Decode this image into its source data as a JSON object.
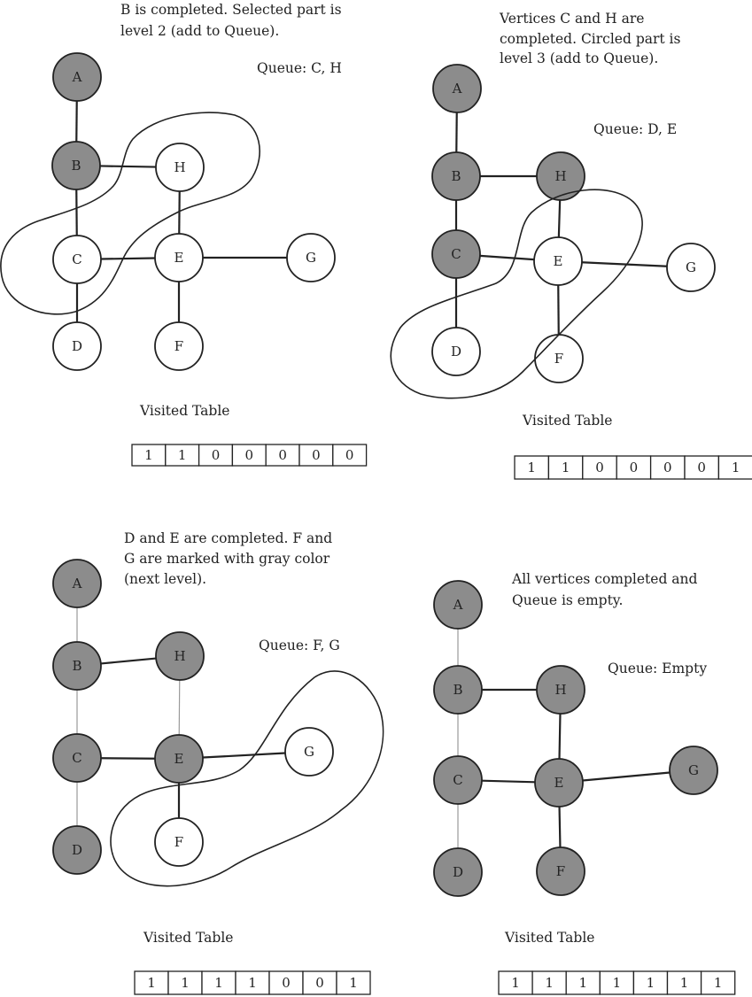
{
  "colors": {
    "visited": "#8c8c8c",
    "unvisited": "#ffffff",
    "stroke": "#222222"
  },
  "panels": [
    {
      "caption": [
        "B is completed. Selected part is",
        "level 2 (add to Queue)."
      ],
      "queue": "Queue: C, H",
      "table_label": "Visited Table",
      "table_values": [
        "1",
        "1",
        "0",
        "0",
        "0",
        "0",
        "0"
      ],
      "nodes": [
        {
          "label": "A",
          "visited": true
        },
        {
          "label": "B",
          "visited": true
        },
        {
          "label": "H",
          "visited": false
        },
        {
          "label": "C",
          "visited": false
        },
        {
          "label": "E",
          "visited": false
        },
        {
          "label": "G",
          "visited": false
        },
        {
          "label": "D",
          "visited": false
        },
        {
          "label": "F",
          "visited": false
        }
      ]
    },
    {
      "caption": [
        "Vertices C and H are",
        "completed. Circled part is",
        "level 3 (add to Queue)."
      ],
      "queue": "Queue: D, E",
      "table_label": "Visited Table",
      "table_values": [
        "1",
        "1",
        "0",
        "0",
        "0",
        "0",
        "1"
      ],
      "nodes": [
        {
          "label": "A",
          "visited": true
        },
        {
          "label": "B",
          "visited": true
        },
        {
          "label": "H",
          "visited": true
        },
        {
          "label": "C",
          "visited": true
        },
        {
          "label": "E",
          "visited": false
        },
        {
          "label": "G",
          "visited": false
        },
        {
          "label": "D",
          "visited": false
        },
        {
          "label": "F",
          "visited": false
        }
      ]
    },
    {
      "caption": [
        "D and E are completed. F and",
        "G are marked with gray color",
        "(next level)."
      ],
      "queue": "Queue: F, G",
      "table_label": "Visited Table",
      "table_values": [
        "1",
        "1",
        "1",
        "1",
        "0",
        "0",
        "1"
      ],
      "nodes": [
        {
          "label": "A",
          "visited": true
        },
        {
          "label": "B",
          "visited": true
        },
        {
          "label": "H",
          "visited": true
        },
        {
          "label": "C",
          "visited": true
        },
        {
          "label": "E",
          "visited": true
        },
        {
          "label": "G",
          "visited": false
        },
        {
          "label": "D",
          "visited": true
        },
        {
          "label": "F",
          "visited": false
        }
      ]
    },
    {
      "caption": [
        "All vertices completed and",
        "Queue is empty."
      ],
      "queue": "Queue: Empty",
      "table_label": "Visited Table",
      "table_values": [
        "1",
        "1",
        "1",
        "1",
        "1",
        "1",
        "1"
      ],
      "nodes": [
        {
          "label": "A",
          "visited": true
        },
        {
          "label": "B",
          "visited": true
        },
        {
          "label": "H",
          "visited": true
        },
        {
          "label": "C",
          "visited": true
        },
        {
          "label": "E",
          "visited": true
        },
        {
          "label": "G",
          "visited": true
        },
        {
          "label": "D",
          "visited": true
        },
        {
          "label": "F",
          "visited": true
        }
      ]
    }
  ]
}
